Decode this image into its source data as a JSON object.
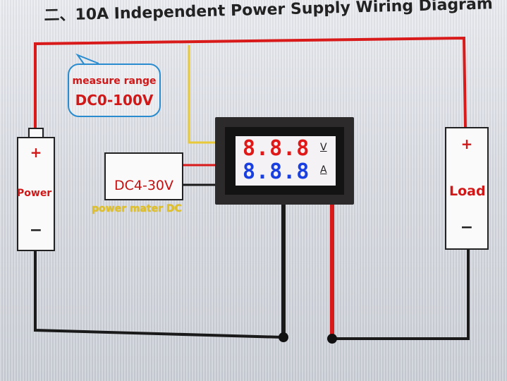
{
  "title": "二、10A Independent Power Supply Wiring Diagram",
  "callout": {
    "range_label": "measure range",
    "range_value": "DC0-100V"
  },
  "power": {
    "label": "Power",
    "plus": "+",
    "minus": "−"
  },
  "load": {
    "label": "Load",
    "plus": "+",
    "minus": "−"
  },
  "meter_power_supply": {
    "label": "DC4-30V",
    "caption": "power mater DC"
  },
  "meter": {
    "voltage_display": "8.8.8",
    "current_display": "8.8.8",
    "voltage_unit": "V",
    "current_unit": "A"
  },
  "colors": {
    "positive_wire": "#d81a1a",
    "negative_wire": "#1a1a1a",
    "signal_wire": "#e8c93a",
    "voltage_digits": "#e01818",
    "current_digits": "#1a3fe0",
    "callout_border": "#2a8ccf"
  }
}
